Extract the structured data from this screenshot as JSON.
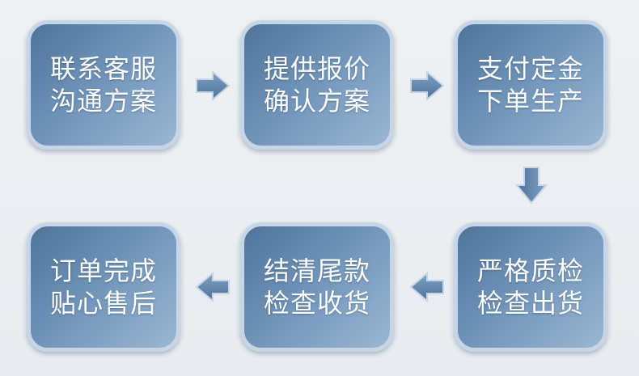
{
  "steps": [
    {
      "line1": "联系客服",
      "line2": "沟通方案"
    },
    {
      "line1": "提供报价",
      "line2": "确认方案"
    },
    {
      "line1": "支付定金",
      "line2": "下单生产"
    },
    {
      "line1": "严格质检",
      "line2": "检查出货"
    },
    {
      "line1": "结清尾款",
      "line2": "检查收货"
    },
    {
      "line1": "订单完成",
      "line2": "贴心售后"
    }
  ],
  "colors": {
    "box_dark": "#4f7399",
    "box_light": "#9ab7d3",
    "box_border": "#c6d6e6",
    "arrow_fill": "#5d82a8"
  }
}
